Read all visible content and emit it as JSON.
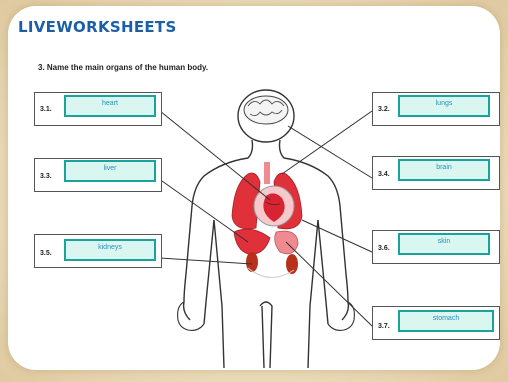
{
  "brand": "LIVEWORKSHEETS",
  "question": "3.  Name the main organs of the human body.",
  "items": [
    {
      "num": "3.1.",
      "answer": "heart"
    },
    {
      "num": "3.2.",
      "answer": "lungs"
    },
    {
      "num": "3.3.",
      "answer": "liver"
    },
    {
      "num": "3.4.",
      "answer": "brain"
    },
    {
      "num": "3.5.",
      "answer": "kidneys"
    },
    {
      "num": "3.6.",
      "answer": "skin"
    },
    {
      "num": "3.7.",
      "answer": "stomach"
    }
  ],
  "colors": {
    "brand": "#1d5fa6",
    "answer_bg": "#d9f6f1",
    "answer_border": "#1aa39a",
    "answer_text": "#2a8fb5",
    "organ_red": "#e0303a",
    "organ_pink": "#f08a90"
  }
}
